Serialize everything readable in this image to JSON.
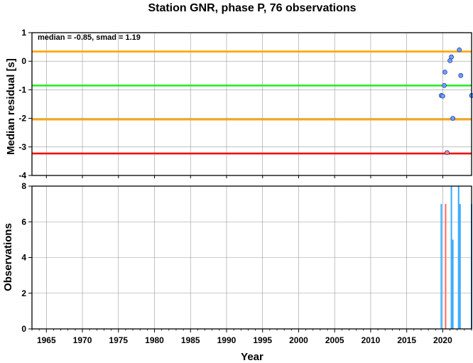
{
  "title": "Station GNR, phase P, 76 observations",
  "chart_data": [
    {
      "type": "scatter",
      "xlabel": "",
      "ylabel": "Median residual [s]",
      "xlim": [
        1963,
        2024
      ],
      "ylim": [
        -4,
        1
      ],
      "yticks": [
        1,
        0,
        -1,
        -2,
        -3,
        -4
      ],
      "grid": true,
      "annotation": "median = -0.85, smad = 1.19",
      "hlines": [
        {
          "y": 0.34,
          "color": "#ffa500"
        },
        {
          "y": -0.85,
          "color": "#22e822"
        },
        {
          "y": -2.04,
          "color": "#ffa500"
        },
        {
          "y": -3.23,
          "color": "#ee1111"
        }
      ],
      "points": [
        {
          "x": 2019.8,
          "y": -1.2,
          "color": "#6f9eff"
        },
        {
          "x": 2020.0,
          "y": -1.22,
          "color": "#6f9eff"
        },
        {
          "x": 2020.2,
          "y": -0.85,
          "color": "#6f9eff"
        },
        {
          "x": 2020.3,
          "y": -0.38,
          "color": "#6f9eff"
        },
        {
          "x": 2020.6,
          "y": -3.2,
          "color": "#ff7f7f"
        },
        {
          "x": 2021.0,
          "y": 0.02,
          "color": "#6f9eff"
        },
        {
          "x": 2021.2,
          "y": 0.15,
          "color": "#6f9eff"
        },
        {
          "x": 2021.4,
          "y": -2.0,
          "color": "#6f9eff"
        },
        {
          "x": 2022.3,
          "y": 0.4,
          "color": "#6f9eff"
        },
        {
          "x": 2022.5,
          "y": -0.5,
          "color": "#6f9eff"
        },
        {
          "x": 2024.0,
          "y": -1.2,
          "color": "#6f9eff"
        }
      ]
    },
    {
      "type": "bar",
      "xlabel": "Year",
      "ylabel": "Observations",
      "xlim": [
        1963,
        2024
      ],
      "ylim": [
        0,
        8
      ],
      "yticks": [
        8,
        6,
        4,
        2,
        0
      ],
      "xticks": [
        1965,
        1970,
        1975,
        1980,
        1985,
        1990,
        1995,
        2000,
        2005,
        2010,
        2015,
        2020
      ],
      "grid": true,
      "bars": [
        {
          "x": 2019.8,
          "value": 7,
          "color": "#33aaff"
        },
        {
          "x": 2020.4,
          "value": 7,
          "color": "#ff6666"
        },
        {
          "x": 2021.2,
          "value": 8,
          "color": "#33aaff"
        },
        {
          "x": 2021.4,
          "value": 5,
          "color": "#33aaff"
        },
        {
          "x": 2022.2,
          "value": 8,
          "color": "#33aaff"
        },
        {
          "x": 2022.4,
          "value": 7,
          "color": "#33aaff"
        },
        {
          "x": 2024.0,
          "value": 7,
          "color": "#33aaff"
        }
      ]
    }
  ]
}
